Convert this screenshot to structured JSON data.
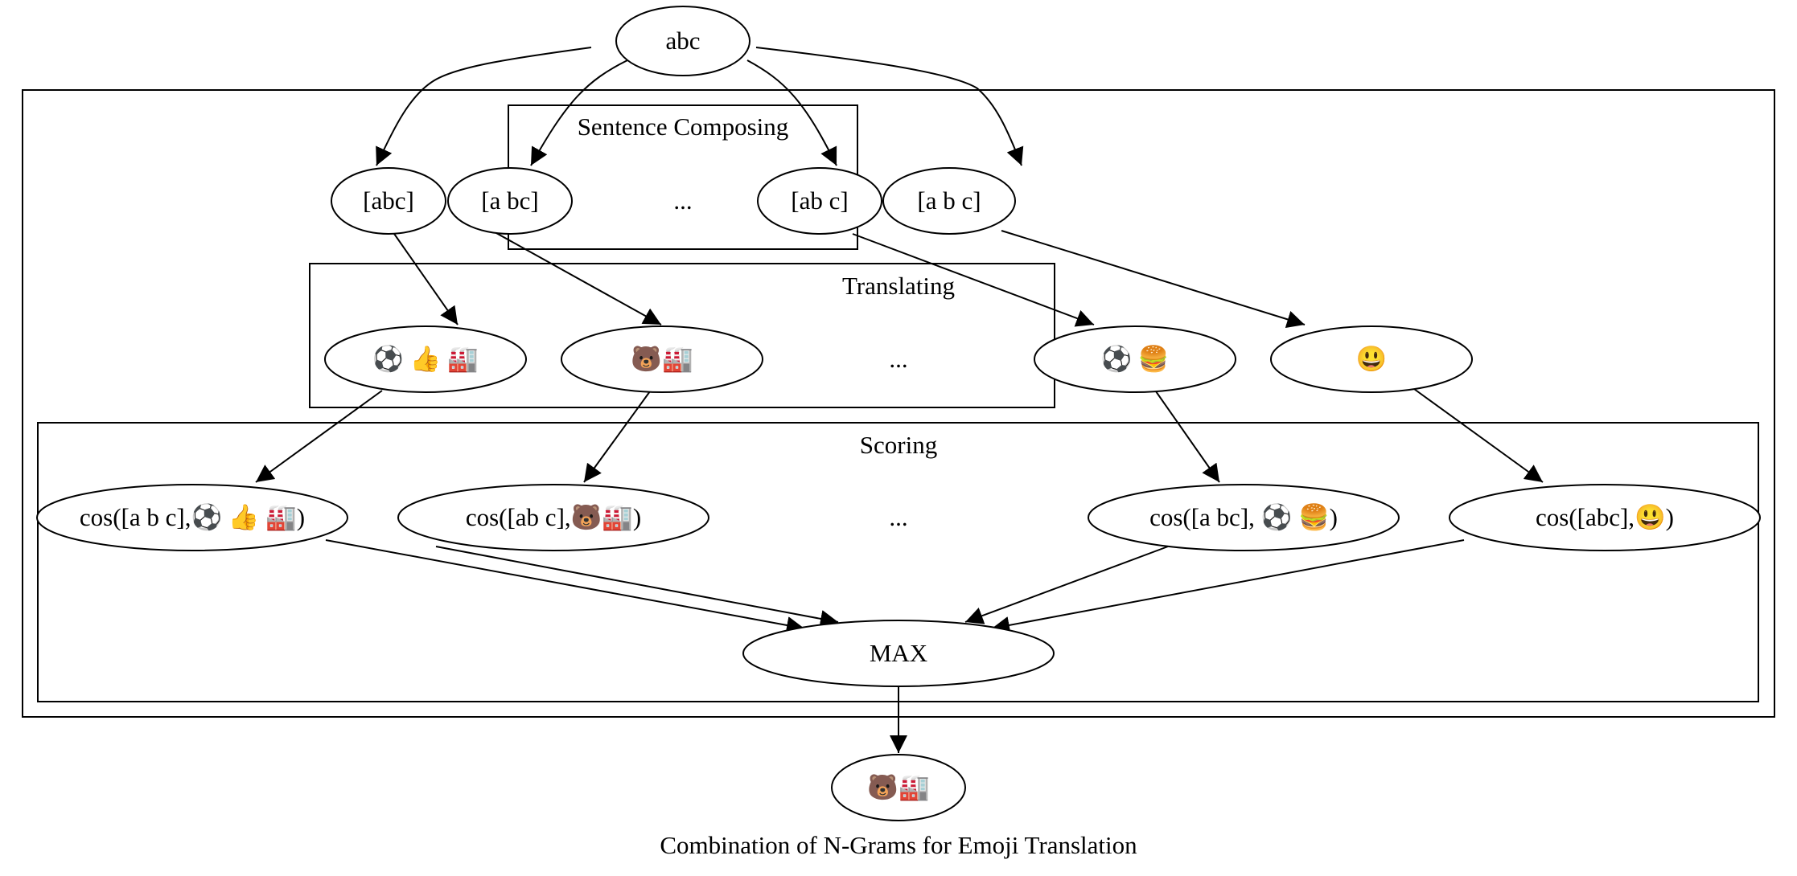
{
  "caption": "Combination of N-Grams for Emoji Translation",
  "clusters": {
    "sentence_composing": "Sentence Composing",
    "translating": "Translating",
    "scoring": "Scoring"
  },
  "nodes": {
    "input": "abc",
    "seg_1": "[abc]",
    "seg_2": "[a bc]",
    "seg_ellipsis": "...",
    "seg_3": "[ab c]",
    "seg_4": "[a b c]",
    "trans_1": "⚽ 👍 🏭",
    "trans_2": "🐻🏭",
    "trans_ellipsis": "...",
    "trans_3": "⚽ 🍔",
    "trans_4": "😃",
    "score_1": "cos([a b c],⚽ 👍 🏭)",
    "score_2": "cos([ab c],🐻🏭)",
    "score_ellipsis": "...",
    "score_3": "cos([a bc], ⚽ 🍔)",
    "score_4": "cos([abc],😃)",
    "max": "MAX",
    "output": "🐻🏭"
  }
}
